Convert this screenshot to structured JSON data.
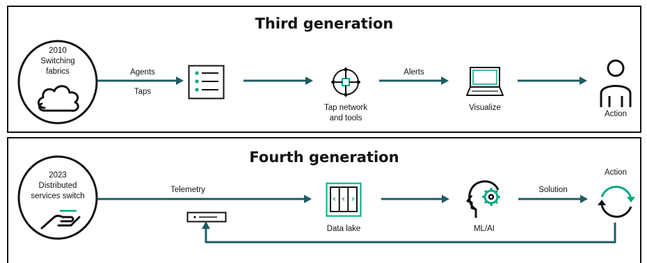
{
  "third": {
    "title": "Third generation",
    "source": {
      "year": "2010",
      "line1": "Switching",
      "line2": "fabrics"
    },
    "agents_label": "Agents",
    "taps_label": "Taps",
    "tap_label_1": "Tap network",
    "tap_label_2": "and tools",
    "alerts_label": "Alerts",
    "visualize_label": "Visualize",
    "action_label": "Action"
  },
  "fourth": {
    "title": "Fourth generation",
    "source": {
      "year": "2023",
      "line1": "Distributed",
      "line2": "services switch"
    },
    "telemetry_label": "Telemetry",
    "datalake_label": "Data lake",
    "mlai_label": "ML/AI",
    "solution_label": "Solution",
    "action_label": "Action"
  },
  "colors": {
    "arrow": "#1d5c63",
    "accent": "#01a982",
    "ink": "#111111"
  }
}
